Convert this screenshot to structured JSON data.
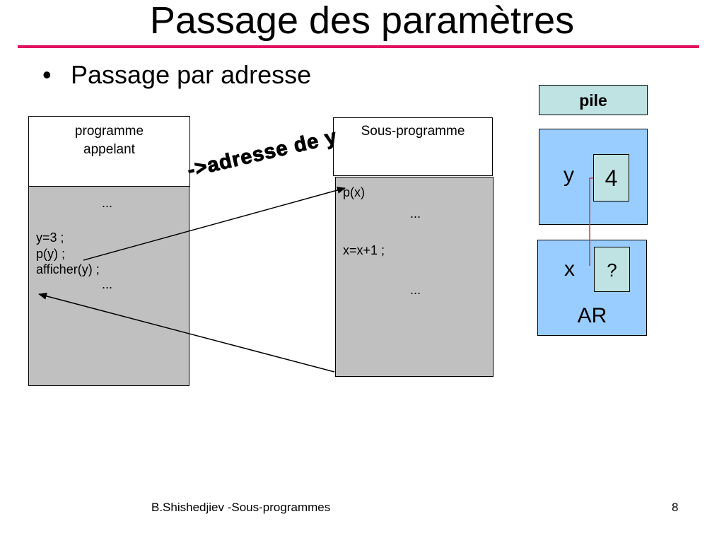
{
  "slide": {
    "title": "Passage des paramètres",
    "bullet": "Passage par adresse",
    "accent_color": "#e0115f"
  },
  "caller": {
    "header_line1": "programme",
    "header_line2": "appelant",
    "lines": [
      "...",
      "y=3 ;",
      "p(y) ;",
      "afficher(y) ;",
      "..."
    ]
  },
  "callee": {
    "header": "Sous-programme",
    "lines": [
      "p(x)",
      "...",
      "x=x+1 ;",
      "..."
    ]
  },
  "arrow_label": "->adresse de y",
  "stack": {
    "label": "pile",
    "var_y": "y",
    "value_y": "4",
    "var_x": "x",
    "value_x": "?",
    "ar_label": "AR"
  },
  "colors": {
    "grey_box": "#c0c0c0",
    "stack_frame": "#99ccff",
    "cell": "#bfe3e3",
    "link_line": "#c0404a"
  },
  "footer": {
    "credit": "B.Shishedjiev -Sous-programmes",
    "page_number": "8"
  }
}
